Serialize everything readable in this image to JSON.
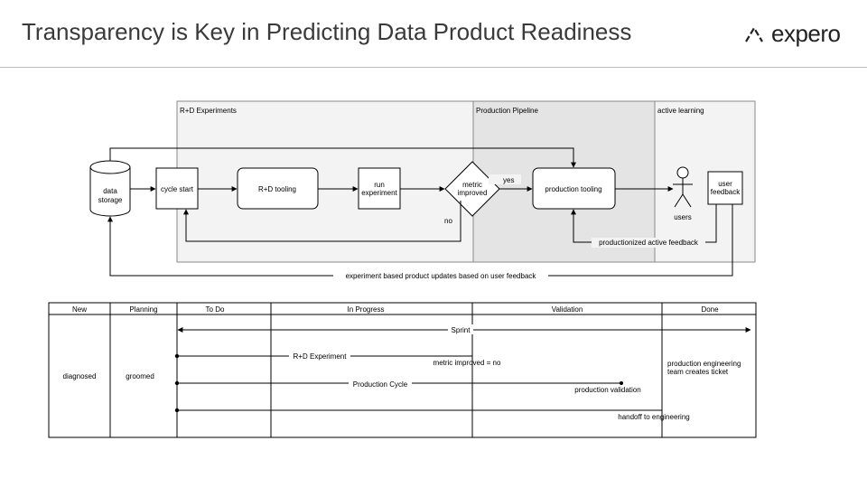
{
  "header": {
    "title": "Transparency is Key in Predicting Data Product Readiness",
    "logo_text": "expero"
  },
  "flow": {
    "lanes": {
      "rd": "R+D Experiments",
      "production": "Production Pipeline",
      "active": "active learning"
    },
    "nodes": {
      "data_storage_line1": "data",
      "data_storage_line2": "storage",
      "cycle_start": "cycle start",
      "rd_tooling": "R+D tooling",
      "run_experiment_line1": "run",
      "run_experiment_line2": "experiment",
      "metric_line1": "metric",
      "metric_line2": "improved",
      "production_tooling": "production tooling",
      "users": "users",
      "user_feedback_line1": "user",
      "user_feedback_line2": "feedback"
    },
    "edges": {
      "yes": "yes",
      "no": "no",
      "productionized_feedback": "productionized active feedback",
      "experiment_updates": "experiment based product updates based on user feedback"
    }
  },
  "board": {
    "columns": [
      "New",
      "Planning",
      "To Do",
      "In Progress",
      "Validation",
      "Done"
    ],
    "cells": {
      "new": "diagnosed",
      "planning": "groomed",
      "done_line1": "production engineering",
      "done_line2": "team creates ticket"
    },
    "labels": {
      "sprint": "Sprint",
      "rd_experiment": "R+D Experiment",
      "metric_no": "metric improved = no",
      "production_cycle": "Production Cycle",
      "production_validation": "production validation",
      "handoff": "handoff to engineering"
    }
  },
  "colors": {
    "lane_light": "#f3f3f3",
    "lane_dark": "#e4e4e4",
    "border": "#8a8a8a",
    "title_text": "#3a3a3a"
  }
}
